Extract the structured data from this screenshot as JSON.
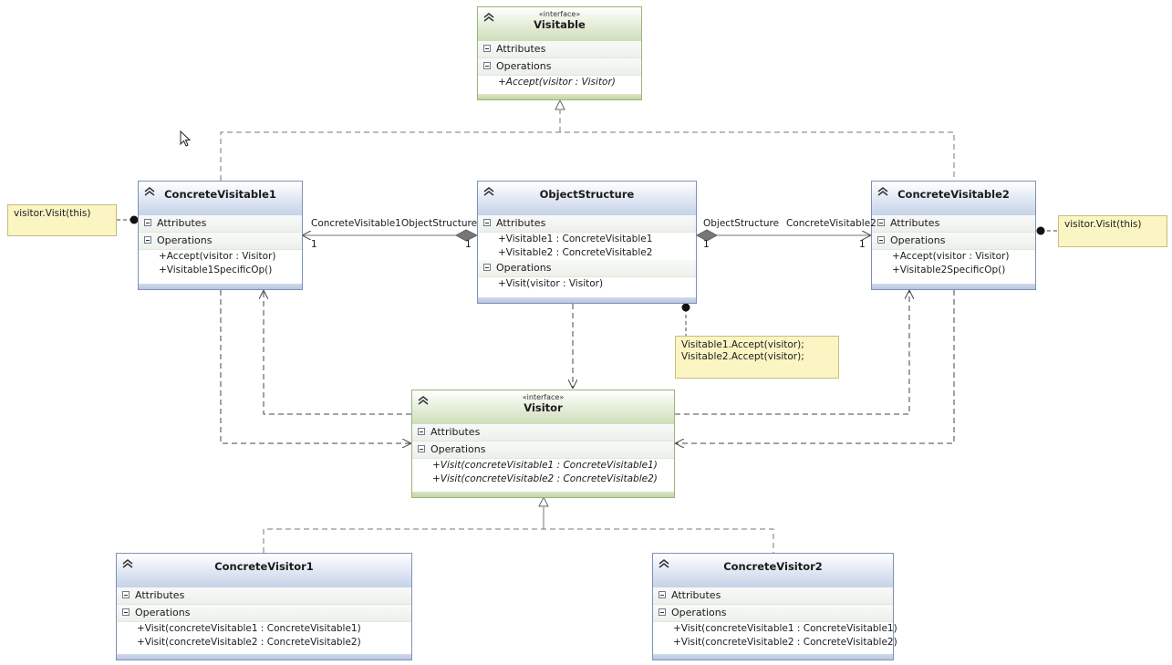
{
  "classes": {
    "visitable": {
      "stereotype": "«interface»",
      "name": "Visitable",
      "attributes_label": "Attributes",
      "operations_label": "Operations",
      "operations": [
        "+Accept(visitor : Visitor)"
      ]
    },
    "concrete_visitable1": {
      "name": "ConcreteVisitable1",
      "attributes_label": "Attributes",
      "operations_label": "Operations",
      "operations": [
        "+Accept(visitor : Visitor)",
        "+Visitable1SpecificOp()"
      ]
    },
    "object_structure": {
      "name": "ObjectStructure",
      "attributes_label": "Attributes",
      "attributes": [
        "+Visitable1 : ConcreteVisitable1",
        "+Visitable2 : ConcreteVisitable2"
      ],
      "operations_label": "Operations",
      "operations": [
        "+Visit(visitor : Visitor)"
      ]
    },
    "concrete_visitable2": {
      "name": "ConcreteVisitable2",
      "attributes_label": "Attributes",
      "operations_label": "Operations",
      "operations": [
        "+Accept(visitor : Visitor)",
        "+Visitable2SpecificOp()"
      ]
    },
    "visitor": {
      "stereotype": "«interface»",
      "name": "Visitor",
      "attributes_label": "Attributes",
      "operations_label": "Operations",
      "operations": [
        "+Visit(concreteVisitable1 : ConcreteVisitable1)",
        "+Visit(concreteVisitable2 : ConcreteVisitable2)"
      ]
    },
    "concrete_visitor1": {
      "name": "ConcreteVisitor1",
      "attributes_label": "Attributes",
      "operations_label": "Operations",
      "operations": [
        "+Visit(concreteVisitable1 : ConcreteVisitable1)",
        "+Visit(concreteVisitable2 : ConcreteVisitable2)"
      ]
    },
    "concrete_visitor2": {
      "name": "ConcreteVisitor2",
      "attributes_label": "Attributes",
      "operations_label": "Operations",
      "operations": [
        "+Visit(concreteVisitable1 : ConcreteVisitable1)",
        "+Visit(concreteVisitable2 : ConcreteVisitable2)"
      ]
    }
  },
  "notes": {
    "left": "visitor.Visit(this)",
    "right": "visitor.Visit(this)",
    "center_line1": "Visitable1.Accept(visitor);",
    "center_line2": "Visitable2.Accept(visitor);"
  },
  "associations": {
    "left_role_target": "ConcreteVisitable1",
    "left_role_source": "ObjectStructure",
    "left_mult_target": "1",
    "left_mult_source": "1",
    "right_role_source": "ObjectStructure",
    "right_role_target": "ConcreteVisitable2",
    "right_mult_source": "1",
    "right_mult_target": "1"
  },
  "colors": {
    "class_border": "#7d91b7",
    "interface_border": "#9cb37a",
    "note_fill": "#fbf5c4",
    "line": "#555555"
  }
}
